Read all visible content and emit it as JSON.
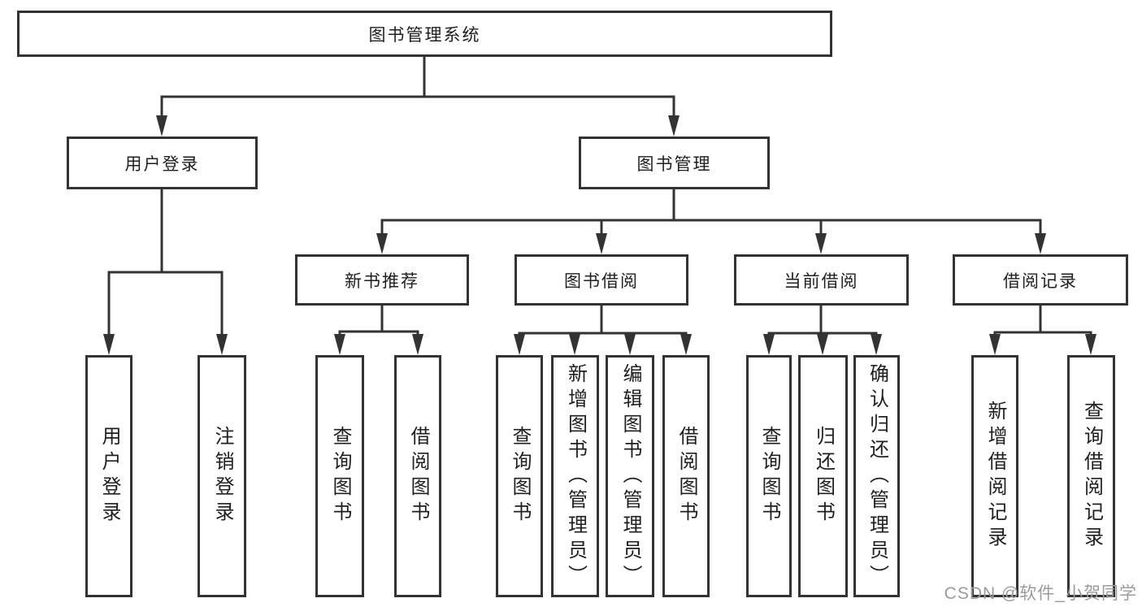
{
  "diagram": {
    "root": {
      "label": "图书管理系统"
    },
    "branches": [
      {
        "label": "用户登录",
        "children": [
          {
            "label": "用户登录"
          },
          {
            "label": "注销登录"
          }
        ]
      },
      {
        "label": "图书管理",
        "children": [
          {
            "label": "新书推荐",
            "children": [
              {
                "label": "查询图书"
              },
              {
                "label": "借阅图书"
              }
            ]
          },
          {
            "label": "图书借阅",
            "children": [
              {
                "label": "查询图书"
              },
              {
                "label": "新增图书（管理员）"
              },
              {
                "label": "编辑图书（管理员）"
              },
              {
                "label": "借阅图书"
              }
            ]
          },
          {
            "label": "当前借阅",
            "children": [
              {
                "label": "查询图书"
              },
              {
                "label": "归还图书"
              },
              {
                "label": "确认归还（管理员）"
              }
            ]
          },
          {
            "label": "借阅记录",
            "children": [
              {
                "label": "新增借阅记录"
              },
              {
                "label": "查询借阅记录"
              }
            ]
          }
        ]
      }
    ]
  },
  "watermark": {
    "text": "CSDN @软件_小贺同学"
  },
  "colors": {
    "line": "#333333",
    "box_border": "#333333",
    "text": "#1f1f1f",
    "watermark_text": "#9b9b9b",
    "background": "#ffffff"
  }
}
